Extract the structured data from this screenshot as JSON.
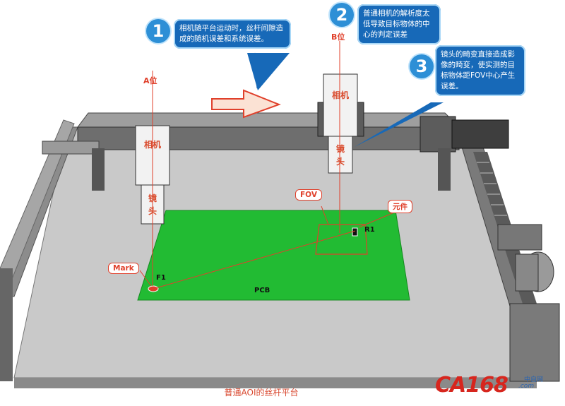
{
  "callouts": [
    {
      "number": "1",
      "text": "相机随平台运动时，丝杆间隙造成的随机误差和系统误差。"
    },
    {
      "number": "2",
      "text": "普通相机的解析度太低导致目标物体的中心的判定误差"
    },
    {
      "number": "3",
      "text": "镜头的畸变直接造成影像的畸变，使实测的目标物体距FOV中心产生误差。"
    }
  ],
  "positions": {
    "a": "A位",
    "b": "B位"
  },
  "camera_a": {
    "body": "相机",
    "lens": "镜头"
  },
  "camera_b": {
    "body": "相机",
    "lens": "镜头"
  },
  "labels": {
    "fov": "FOV",
    "component": "元件",
    "mark": "Mark",
    "f1": "F1",
    "r1": "R1",
    "pcb": "PCB"
  },
  "caption": "普通AOI的丝杆平台",
  "logo": {
    "brand": "CA168",
    "cn": "中自网",
    "url": ".com"
  },
  "colors": {
    "pcb": "#22bb33",
    "callout": "#1769b8",
    "accent": "#e0402b",
    "frame": "#6d6d6d"
  }
}
